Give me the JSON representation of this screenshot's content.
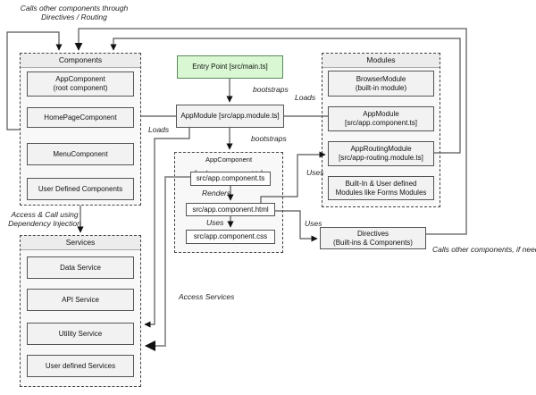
{
  "annotations": {
    "top_call_line1": "Calls other components through",
    "top_call_line2": "Directives / Routing",
    "access_call_line1": "Access & Call using",
    "access_call_line2": "Dependency Injection",
    "access_services": "Access Services",
    "calls_if_needed": "Calls other components, if needed"
  },
  "edge_labels": {
    "bootstraps_top": "bootstraps",
    "bootstraps_bottom": "bootstraps",
    "loads_left": "Loads",
    "loads_right": "Loads",
    "renders": "Renders",
    "uses_css": "Uses",
    "uses_routing": "Uses",
    "uses_directives": "Uses"
  },
  "entry_point": {
    "label": "Entry Point [src/main.ts]"
  },
  "app_module": {
    "label": "AppModule [src/app.module.ts]"
  },
  "components_group": {
    "title": "Components",
    "items": [
      {
        "lines": [
          "AppComponent",
          "(root component)"
        ]
      },
      {
        "lines": [
          "HomePageComponent"
        ]
      },
      {
        "lines": [
          "MenuComponent"
        ]
      },
      {
        "lines": [
          "User Defined Components"
        ]
      }
    ]
  },
  "services_group": {
    "title": "Services",
    "items": [
      {
        "lines": [
          "Data Service"
        ]
      },
      {
        "lines": [
          "API Service"
        ]
      },
      {
        "lines": [
          "Utility Service"
        ]
      },
      {
        "lines": [
          "User defined Services"
        ]
      }
    ]
  },
  "modules_group": {
    "title": "Modules",
    "items": [
      {
        "lines": [
          "BrowserModule",
          "(built-in module)"
        ]
      },
      {
        "lines": [
          "AppModule",
          "[src/app.component.ts]"
        ]
      },
      {
        "lines": [
          "AppRoutingModule",
          "[src/app-routing.module.ts]"
        ]
      },
      {
        "lines": [
          "Built-In & User defined",
          "Modules like Forms Modules"
        ]
      }
    ]
  },
  "app_component_group": {
    "title": "AppComponent [src/app.component.ts]",
    "items": [
      {
        "lines": [
          "src/app.component.ts"
        ]
      },
      {
        "lines": [
          "src/app.component.html"
        ]
      },
      {
        "lines": [
          "src/app.component.css"
        ]
      }
    ]
  },
  "directives_box": {
    "lines": [
      "Directives",
      "(Built-ins & Components)"
    ]
  },
  "colors": {
    "entry_fill": "#d9f7d2",
    "wire": "#555555",
    "wire_gray": "#999999"
  }
}
